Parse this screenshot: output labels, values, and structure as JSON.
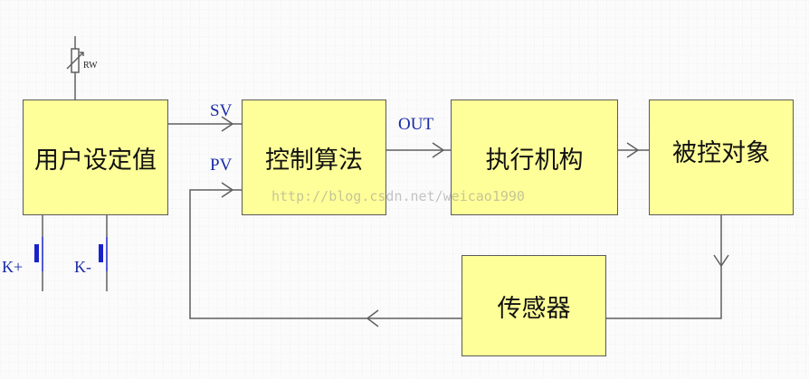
{
  "colors": {
    "box_fill": "#ffff99",
    "box_border": "#5a5a5a",
    "wire": "#5f5f5f",
    "label": "#1a2aa8",
    "switch": "#1a23c8",
    "grid": "#e6e6e6"
  },
  "blocks": {
    "setpoint": "用户设定值",
    "control": "控制算法",
    "actuator": "执行机构",
    "plant": "被控对象",
    "sensor": "传感器"
  },
  "signals": {
    "sv": "SV",
    "pv": "PV",
    "out": "OUT"
  },
  "components": {
    "potentiometer": "RW",
    "key_plus": "K+",
    "key_minus": "K-"
  },
  "watermark": "http://blog.csdn.net/weicao1990"
}
